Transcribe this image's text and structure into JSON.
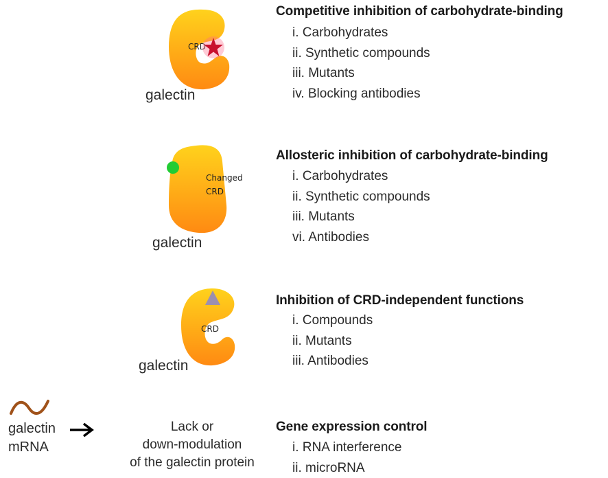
{
  "colors": {
    "protein_top": "#ffd21c",
    "protein_bottom": "#ff8a12",
    "star": "#c8102e",
    "green_dot": "#22cc33",
    "triangle": "#9c8fb0",
    "mrna": "#a0521a"
  },
  "panels": [
    {
      "title": "Competitive inhibition of carbohydrate-binding",
      "items": [
        "i. Carbohydrates",
        "ii. Synthetic compounds",
        "iii. Mutants",
        "iv. Blocking antibodies"
      ],
      "protein_label": "galectin",
      "site_label": "CRD",
      "marker": "star-icon"
    },
    {
      "title": "Allosteric inhibition of carbohydrate-binding",
      "items": [
        "i. Carbohydrates",
        "ii. Synthetic compounds",
        "iii. Mutants",
        "vi. Antibodies"
      ],
      "protein_label": "galectin",
      "site_label_line1": "Changed",
      "site_label_line2": "CRD",
      "marker": "green-dot-icon"
    },
    {
      "title": "Inhibition of CRD-independent functions",
      "items": [
        "i. Compounds",
        "ii. Mutants",
        "iii. Antibodies"
      ],
      "protein_label": "galectin",
      "site_label": "CRD",
      "marker": "triangle-icon"
    },
    {
      "title": "Gene expression control",
      "items": [
        "i. RNA interference",
        "ii. microRNA"
      ],
      "mrna_label_line1": "galectin",
      "mrna_label_line2": "mRNA",
      "arrow": "right-arrow-icon",
      "outcome_line1": "Lack or",
      "outcome_line2": "down-modulation",
      "outcome_line3": "of the galectin protein"
    }
  ]
}
